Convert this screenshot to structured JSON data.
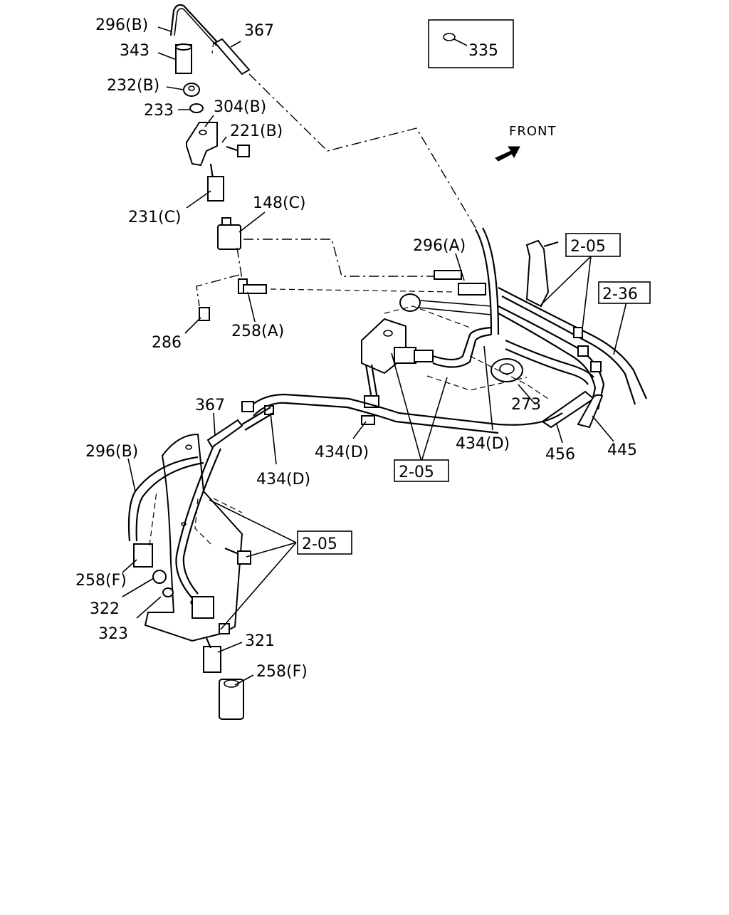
{
  "front_label": "FRONT",
  "legend": {
    "box_label": "335"
  },
  "callouts": {
    "c296b_top": "296(B)",
    "c367_top": "367",
    "c343": "343",
    "c232b": "232(B)",
    "c233": "233",
    "c304b": "304(B)",
    "c221b": "221(B)",
    "c231c": "231(C)",
    "c148c": "148(C)",
    "c296a": "296(A)",
    "c258a": "258(A)",
    "c286": "286",
    "c273": "273",
    "c434d_right": "434(D)",
    "c456": "456",
    "c445": "445",
    "c367_bottom": "367",
    "c296b_bottom": "296(B)",
    "c434d_mid": "434(D)",
    "c434d_center": "434(D)",
    "c258f_left": "258(F)",
    "c322": "322",
    "c323": "323",
    "c321": "321",
    "c258f_bottom": "258(F)"
  },
  "refs": {
    "r205_top": "2-05",
    "r236": "2-36",
    "r205_center": "2-05",
    "r205_lower": "2-05"
  },
  "icons": {
    "front_arrow": "front-arrow-icon"
  }
}
